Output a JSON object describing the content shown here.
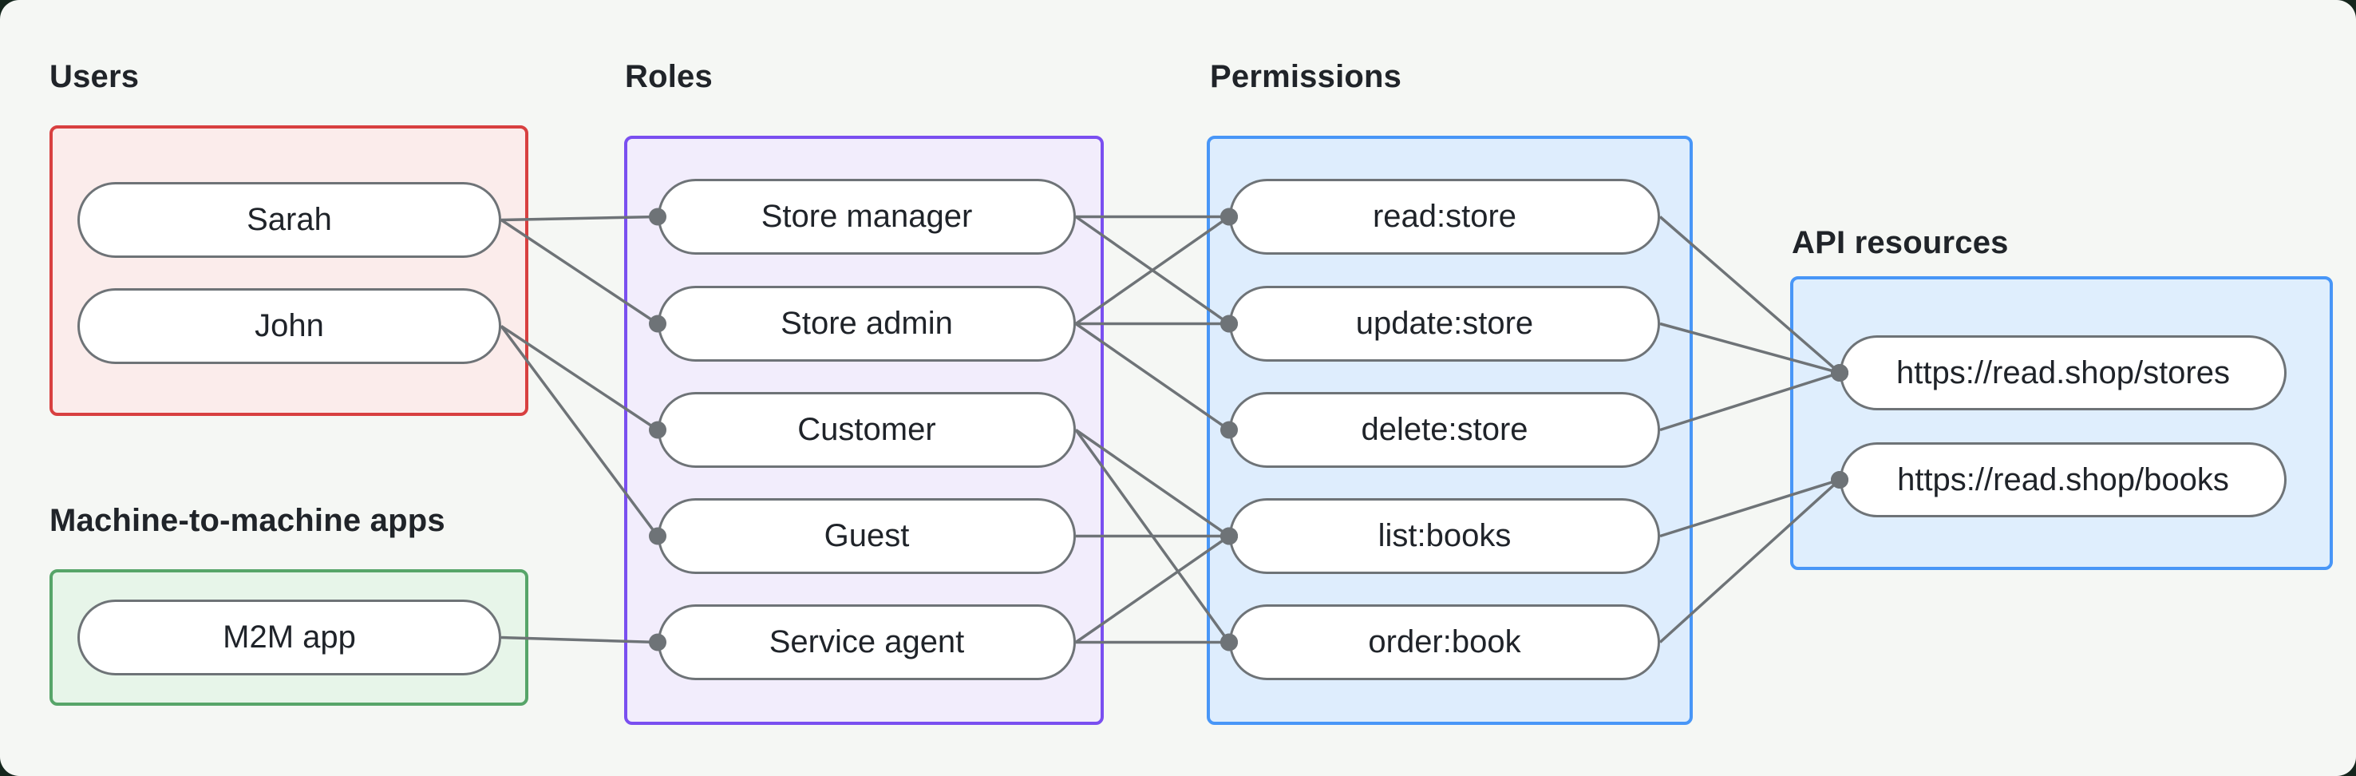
{
  "style": {
    "page_background": "#f5f7f4",
    "outer_background": "#15261d",
    "line_color": "#6e7377",
    "pill_border_color": "#6e7377",
    "pill_fill": "#ffffff",
    "text_color": "#1f2329"
  },
  "groups": {
    "users": {
      "label": "Users",
      "border": "#d84040",
      "fill": "#fbeceb",
      "items": [
        {
          "id": "sarah",
          "label": "Sarah"
        },
        {
          "id": "john",
          "label": "John"
        }
      ]
    },
    "m2m": {
      "label": "Machine-to-machine apps",
      "border": "#57a569",
      "fill": "#e7f5e9",
      "items": [
        {
          "id": "m2m_app",
          "label": "M2M app"
        }
      ]
    },
    "roles": {
      "label": "Roles",
      "border": "#7a4ff0",
      "fill": "#f2edfc",
      "items": [
        {
          "id": "store_manager",
          "label": "Store manager"
        },
        {
          "id": "store_admin",
          "label": "Store admin"
        },
        {
          "id": "customer",
          "label": "Customer"
        },
        {
          "id": "guest",
          "label": "Guest"
        },
        {
          "id": "service_agent",
          "label": "Service agent"
        }
      ]
    },
    "permissions": {
      "label": "Permissions",
      "border": "#4896f7",
      "fill": "#deedfd",
      "items": [
        {
          "id": "read_store",
          "label": "read:store"
        },
        {
          "id": "update_store",
          "label": "update:store"
        },
        {
          "id": "delete_store",
          "label": "delete:store"
        },
        {
          "id": "list_books",
          "label": "list:books"
        },
        {
          "id": "order_book",
          "label": "order:book"
        }
      ]
    },
    "api": {
      "label": "API resources",
      "border": "#4896f7",
      "fill": "#dfeefd",
      "items": [
        {
          "id": "stores_api",
          "label": "https://read.shop/stores"
        },
        {
          "id": "books_api",
          "label": "https://read.shop/books"
        }
      ]
    }
  },
  "edges": [
    [
      "sarah",
      "store_manager"
    ],
    [
      "sarah",
      "store_admin"
    ],
    [
      "john",
      "customer"
    ],
    [
      "john",
      "guest"
    ],
    [
      "m2m_app",
      "service_agent"
    ],
    [
      "store_manager",
      "read_store"
    ],
    [
      "store_manager",
      "update_store"
    ],
    [
      "store_admin",
      "read_store"
    ],
    [
      "store_admin",
      "update_store"
    ],
    [
      "store_admin",
      "delete_store"
    ],
    [
      "customer",
      "list_books"
    ],
    [
      "customer",
      "order_book"
    ],
    [
      "guest",
      "list_books"
    ],
    [
      "service_agent",
      "list_books"
    ],
    [
      "service_agent",
      "order_book"
    ]
  ],
  "resource_edges": [
    [
      "read_store",
      "stores_api"
    ],
    [
      "update_store",
      "stores_api"
    ],
    [
      "delete_store",
      "stores_api"
    ],
    [
      "list_books",
      "books_api"
    ],
    [
      "order_book",
      "books_api"
    ]
  ]
}
